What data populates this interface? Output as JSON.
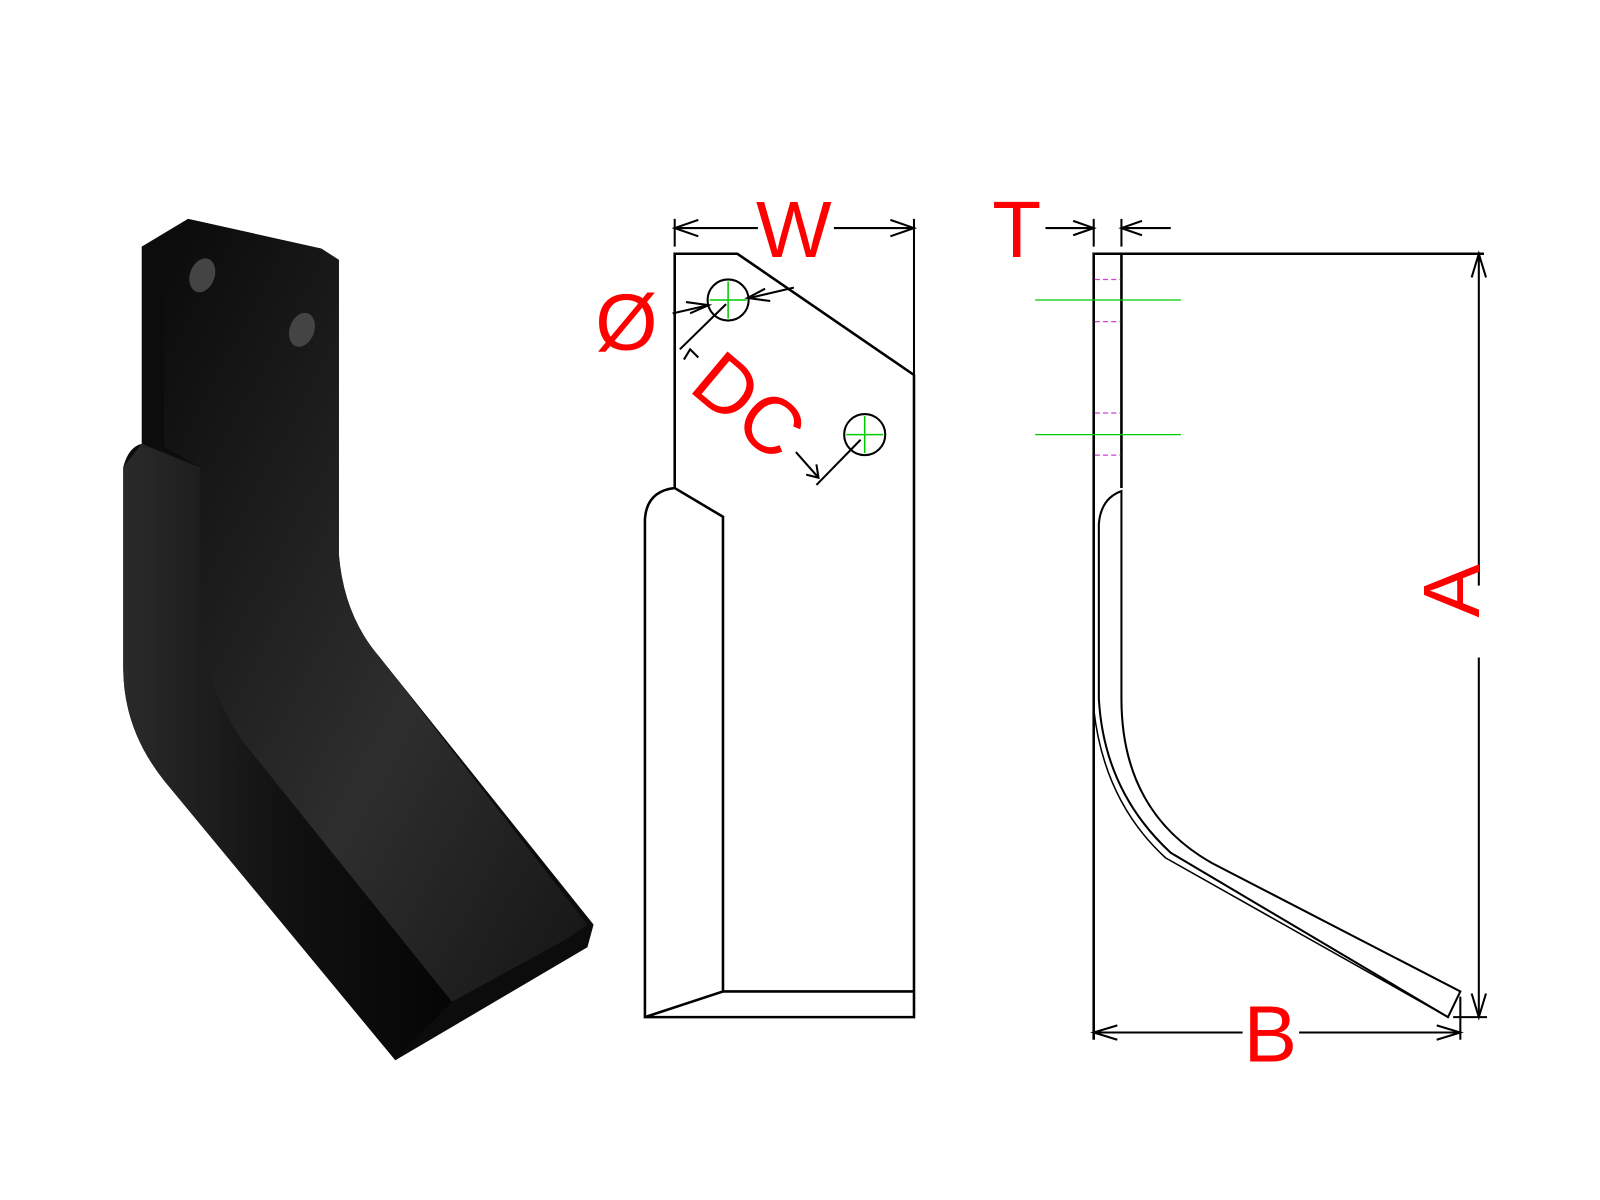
{
  "labels": {
    "width": "W",
    "thickness": "T",
    "hole_diameter": "Ø",
    "hole_distance": "DC",
    "height": "A",
    "reach": "B"
  },
  "colors": {
    "dimension_text": "#ff0000",
    "center_lines": "#00cc00",
    "hidden_lines": "#cc44cc",
    "blade": "#111111"
  }
}
